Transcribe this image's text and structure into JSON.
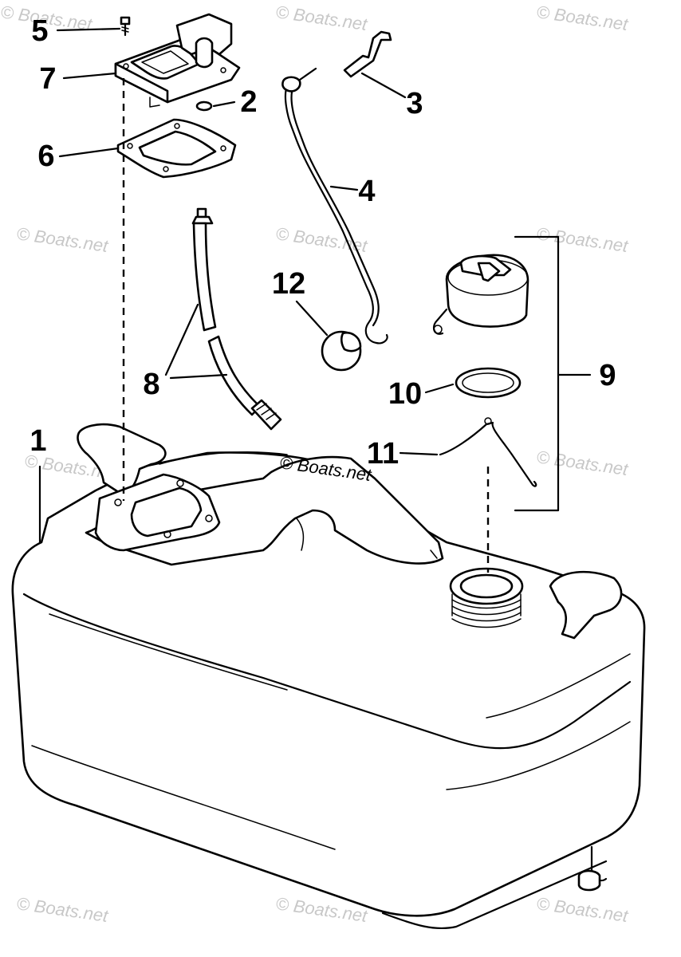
{
  "callouts": {
    "c1": "1",
    "c2": "2",
    "c3": "3",
    "c4": "4",
    "c5": "5",
    "c6": "6",
    "c7": "7",
    "c8": "8",
    "c9": "9",
    "c10": "10",
    "c11": "11",
    "c12": "12"
  },
  "watermarks": {
    "text": "© Boats.net",
    "center": "© Boats.net"
  }
}
